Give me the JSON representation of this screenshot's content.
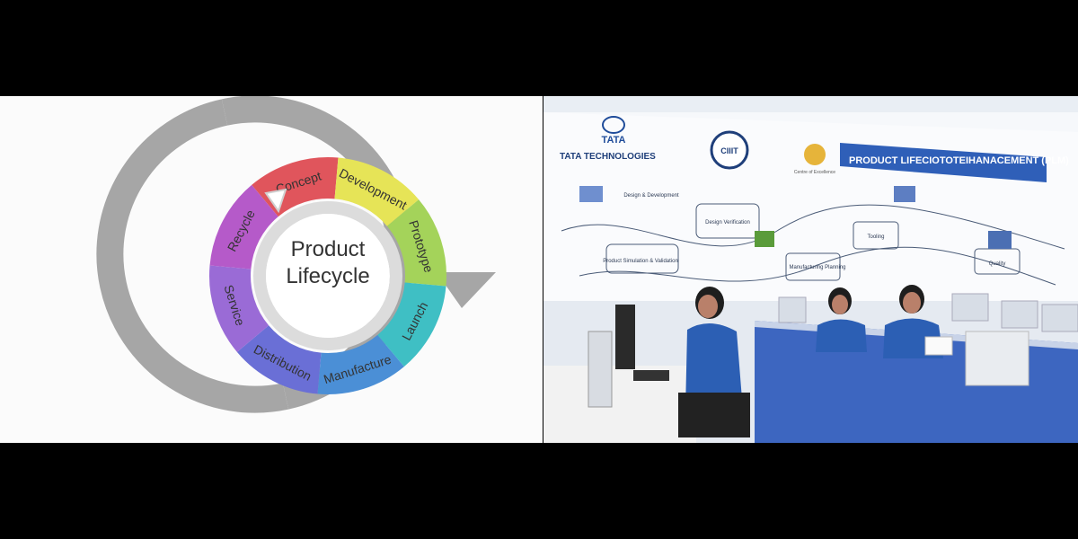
{
  "lifecycle": {
    "center_line1": "Product",
    "center_line2": "Lifecycle",
    "stages": [
      {
        "label": "Concept",
        "color": "#e0555c"
      },
      {
        "label": "Development",
        "color": "#e6e457"
      },
      {
        "label": "Prototype",
        "color": "#a4d35a"
      },
      {
        "label": "Launch",
        "color": "#3fbfc4"
      },
      {
        "label": "Manufacture",
        "color": "#4b8fd6"
      },
      {
        "label": "Distribution",
        "color": "#6a6fd6"
      },
      {
        "label": "Service",
        "color": "#9a6bd6"
      },
      {
        "label": "Recycle",
        "color": "#b55ac9"
      }
    ],
    "outer_ring_color": "#a6a6a6",
    "inner_ring_color": "#d9d9d9"
  },
  "photo": {
    "logo_brand": "TATA",
    "logo_company": "TATA TECHNOLOGIES",
    "emblem_text": "CIIIT",
    "medal_caption": "Centre of Excellence",
    "banner_title": "PRODUCT LIFECIOTOTEIHANACEMENT (PLM)",
    "diagram_labels": [
      "Design & Development",
      "Design Verification",
      "Product Simulation & Validation",
      "Manufacturing Planning",
      "Tooling",
      "Quality"
    ],
    "accent_blue": "#2f5fb8",
    "uniform_blue": "#2c5fb4"
  }
}
